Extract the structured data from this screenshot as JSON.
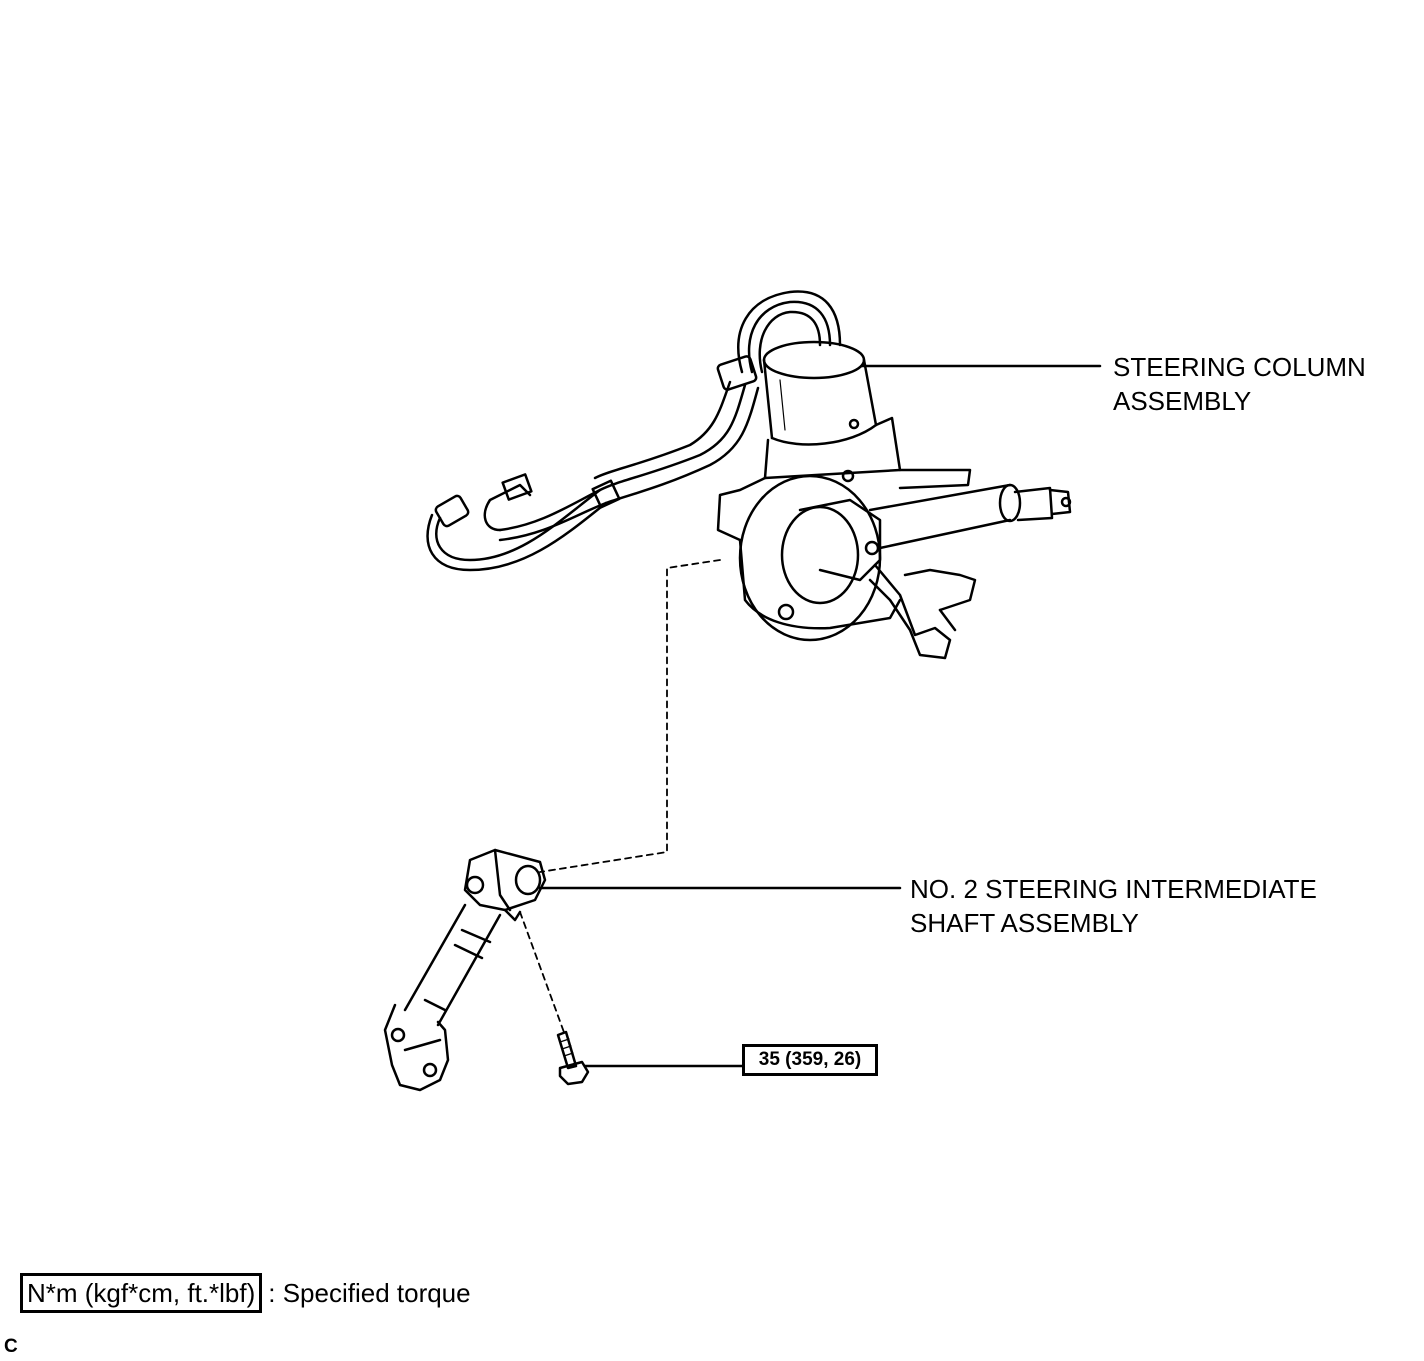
{
  "labels": {
    "steering_column_line1": "STEERING COLUMN",
    "steering_column_line2": "ASSEMBLY",
    "shaft_line1": "NO. 2 STEERING INTERMEDIATE",
    "shaft_line2": "SHAFT ASSEMBLY"
  },
  "torque": {
    "value": "35 (359, 26)"
  },
  "legend": {
    "box_text": "N*m (kgf*cm, ft.*lbf)",
    "description": ": Specified torque"
  },
  "footer": {
    "code": "C"
  }
}
